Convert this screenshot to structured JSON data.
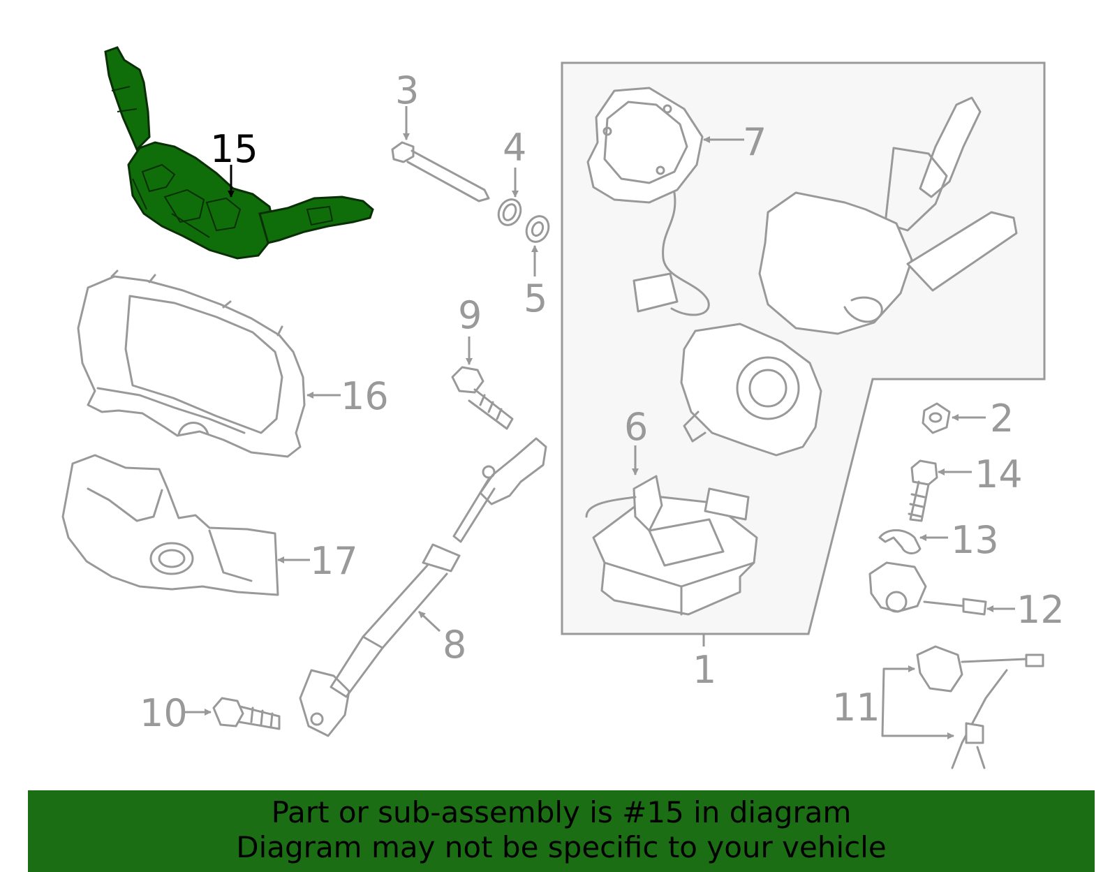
{
  "colors": {
    "highlight": "#0f6e0a",
    "highlight_stroke": "#0a2e06",
    "line_gray": "#999999",
    "inset_bg": "#f7f7f7",
    "banner_bg": "#1b6e14"
  },
  "callouts": {
    "c1": "1",
    "c2": "2",
    "c3": "3",
    "c4": "4",
    "c5": "5",
    "c6": "6",
    "c7": "7",
    "c8": "8",
    "c9": "9",
    "c10": "10",
    "c11": "11",
    "c12": "12",
    "c13": "13",
    "c14": "14",
    "c15": "15",
    "c16": "16",
    "c17": "17"
  },
  "caption": {
    "line1": "Part or sub-assembly is #15 in diagram",
    "line2": "Diagram may not be specific to your vehicle"
  }
}
